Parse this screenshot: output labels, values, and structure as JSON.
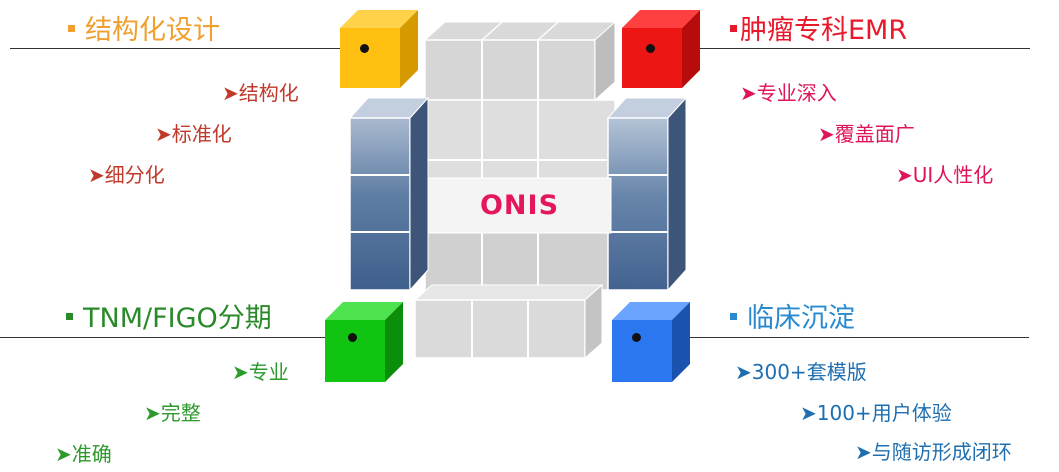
{
  "center_label": "ONIS",
  "colors": {
    "orange": "#f0a030",
    "red": "#e8192c",
    "green": "#2a8a2a",
    "blue": "#2a8ad0",
    "item_orange": "#c0392b",
    "item_pink": "#e0145a",
    "item_green": "#2e9a2e",
    "item_blue": "#1f6fb0",
    "onis": "#e4175c"
  },
  "quadrants": {
    "top_left": {
      "heading": "结构化设计",
      "items": [
        "➤结构化",
        "➤标准化",
        "➤细分化"
      ]
    },
    "top_right": {
      "heading": "肿瘤专科EMR",
      "items": [
        "➤专业深入",
        "➤覆盖面广",
        "➤UI人性化"
      ]
    },
    "bottom_left": {
      "heading": "TNM/FIGO分期",
      "items": [
        "➤专业",
        "➤完整",
        "➤准确"
      ]
    },
    "bottom_right": {
      "heading": "临床沉淀",
      "items": [
        "➤300+套模版",
        "➤100+用户体验",
        "➤与随访形成闭环"
      ]
    }
  }
}
